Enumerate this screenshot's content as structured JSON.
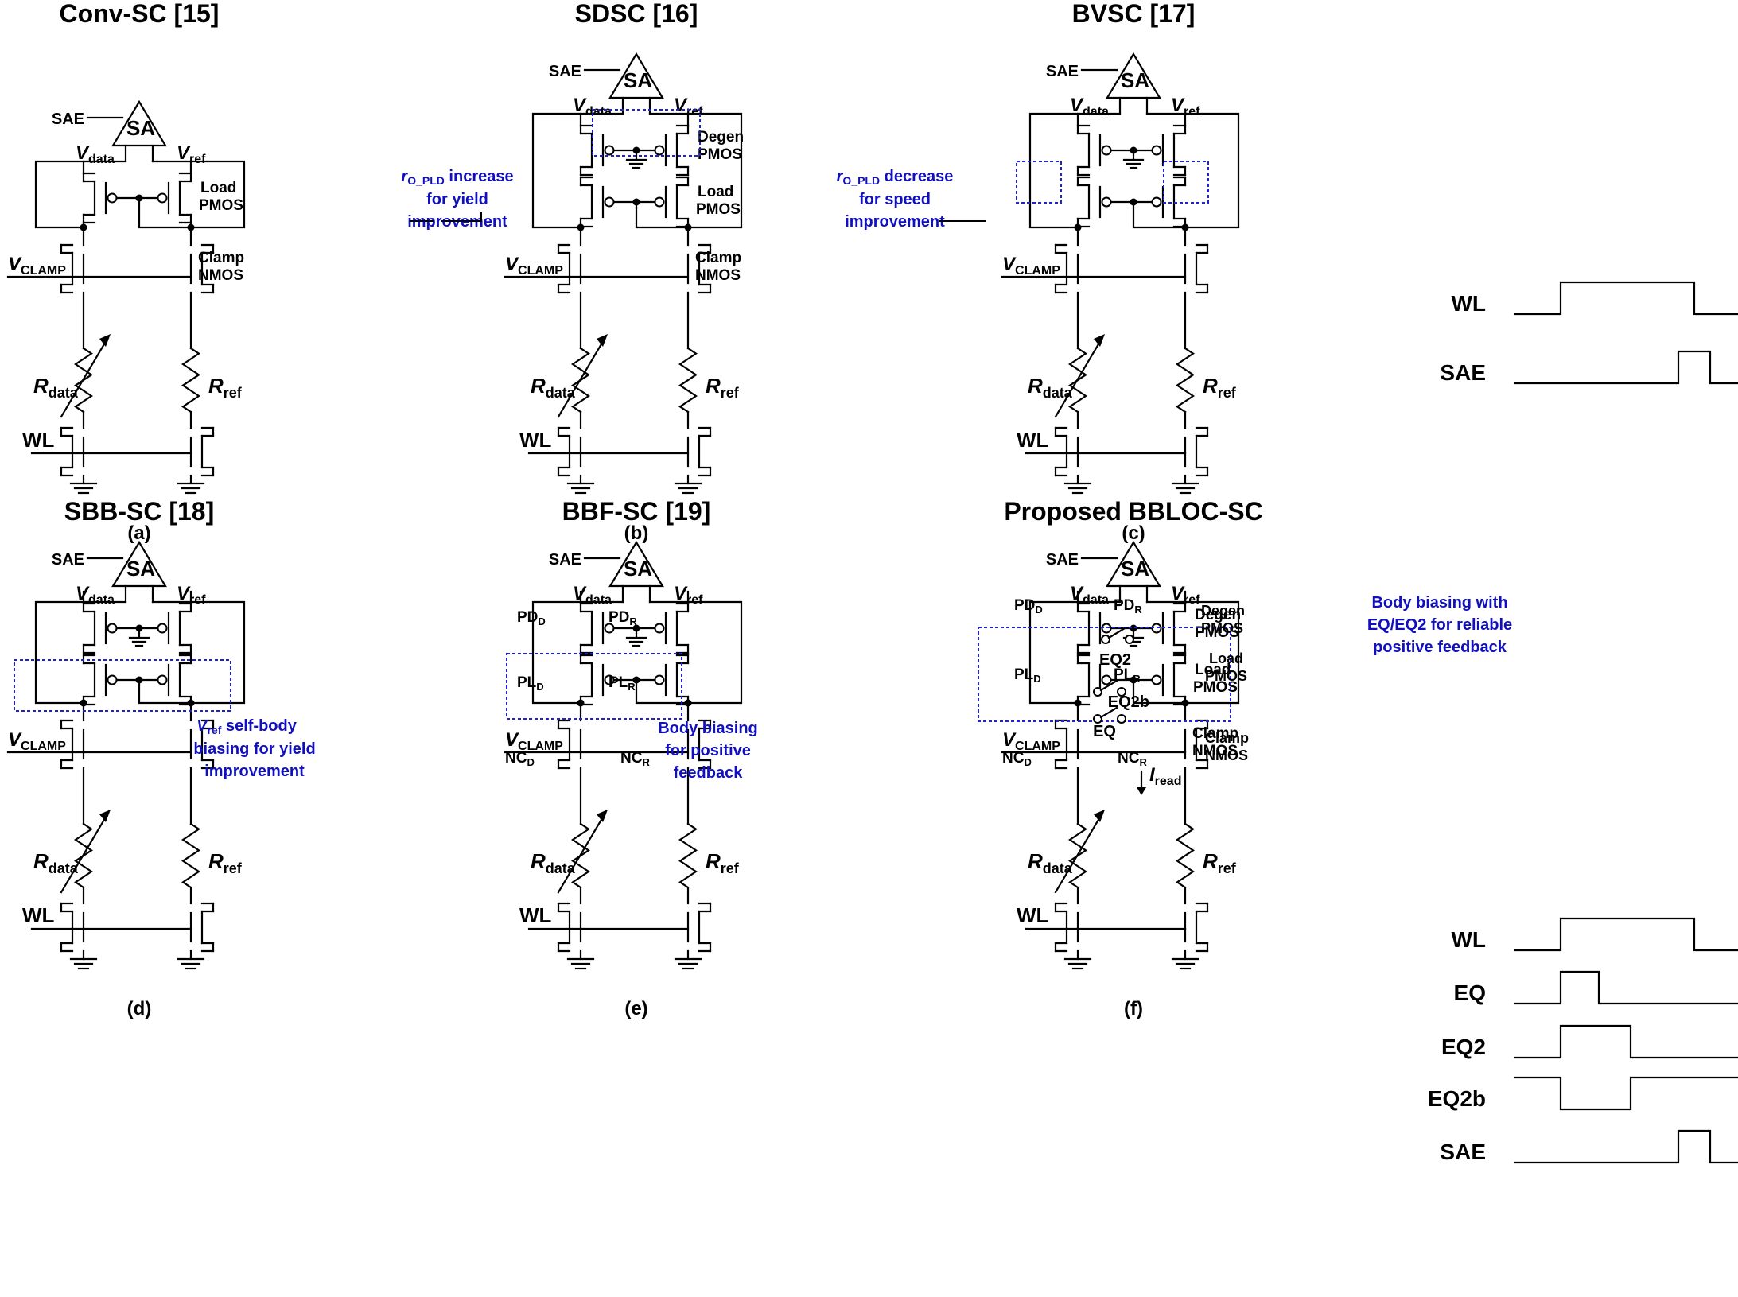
{
  "panels": [
    {
      "id": "a",
      "title": "Conv-SC [15]",
      "caption": "(a)",
      "load_label": [
        "Load",
        "PMOS"
      ],
      "clamp_label": [
        "Clamp",
        "NMOS"
      ],
      "note": null
    },
    {
      "id": "b",
      "title": "SDSC [16]",
      "caption": "(b)",
      "load_label": [
        "Load",
        "PMOS"
      ],
      "clamp_label": [
        "Clamp",
        "NMOS"
      ],
      "degen_label": [
        "Degen",
        "PMOS"
      ],
      "note": {
        "lines": [
          "r",
          "O_PLD",
          " increase",
          "for yield",
          "improvement"
        ]
      }
    },
    {
      "id": "c",
      "title": "BVSC [17]",
      "caption": "(c)",
      "note": {
        "lines": [
          "r",
          "O_PLD",
          " decrease",
          "for speed",
          "improvement"
        ]
      }
    },
    {
      "id": "d",
      "title": "SBB-SC [18]",
      "caption": "(d)",
      "note": {
        "lines": [
          "V",
          "ref",
          " self-body",
          "biasing for yield",
          "improvement"
        ]
      }
    },
    {
      "id": "e",
      "title": "BBF-SC [19]",
      "caption": "(e)",
      "pd": [
        "PD",
        "D",
        "PD",
        "R"
      ],
      "pl": [
        "PL",
        "D",
        "PL",
        "R"
      ],
      "nc": [
        "NC",
        "D",
        "NC",
        "R"
      ],
      "note": {
        "lines": [
          "Body biasing",
          "for positive",
          "feedback"
        ]
      }
    },
    {
      "id": "f",
      "title": "Proposed BBLOC-SC",
      "caption": "(f)",
      "pd": [
        "PD",
        "D",
        "PD",
        "R"
      ],
      "pl": [
        "PL",
        "D",
        "PL",
        "R"
      ],
      "nc": [
        "NC",
        "D",
        "NC",
        "R"
      ],
      "degen_label": [
        "Degen",
        "PMOS"
      ],
      "load_label": [
        "Load",
        "PMOS"
      ],
      "clamp_label": [
        "Clamp",
        "NMOS"
      ],
      "switches": [
        "EQ2",
        "EQ2b",
        "EQ"
      ],
      "current": [
        "I",
        "read"
      ],
      "note": {
        "lines": [
          "Body biasing with",
          "EQ/EQ2 for reliable",
          "positive feedback"
        ]
      }
    }
  ],
  "common": {
    "sa": "SA",
    "sae": "SAE",
    "wl": "WL",
    "vdata": [
      "V",
      "data"
    ],
    "vref": [
      "V",
      "ref"
    ],
    "vclamp": [
      "V",
      "CLAMP"
    ],
    "rdata": [
      "R",
      "data"
    ],
    "rref": [
      "R",
      "ref"
    ]
  },
  "timing_top": {
    "signals": [
      "WL",
      "SAE"
    ]
  },
  "timing_bottom": {
    "signals": [
      "WL",
      "EQ",
      "EQ2",
      "EQ2b",
      "SAE"
    ]
  },
  "colors": {
    "annotation": "#1010c0",
    "box": "#2222cc",
    "wire": "#000000"
  }
}
